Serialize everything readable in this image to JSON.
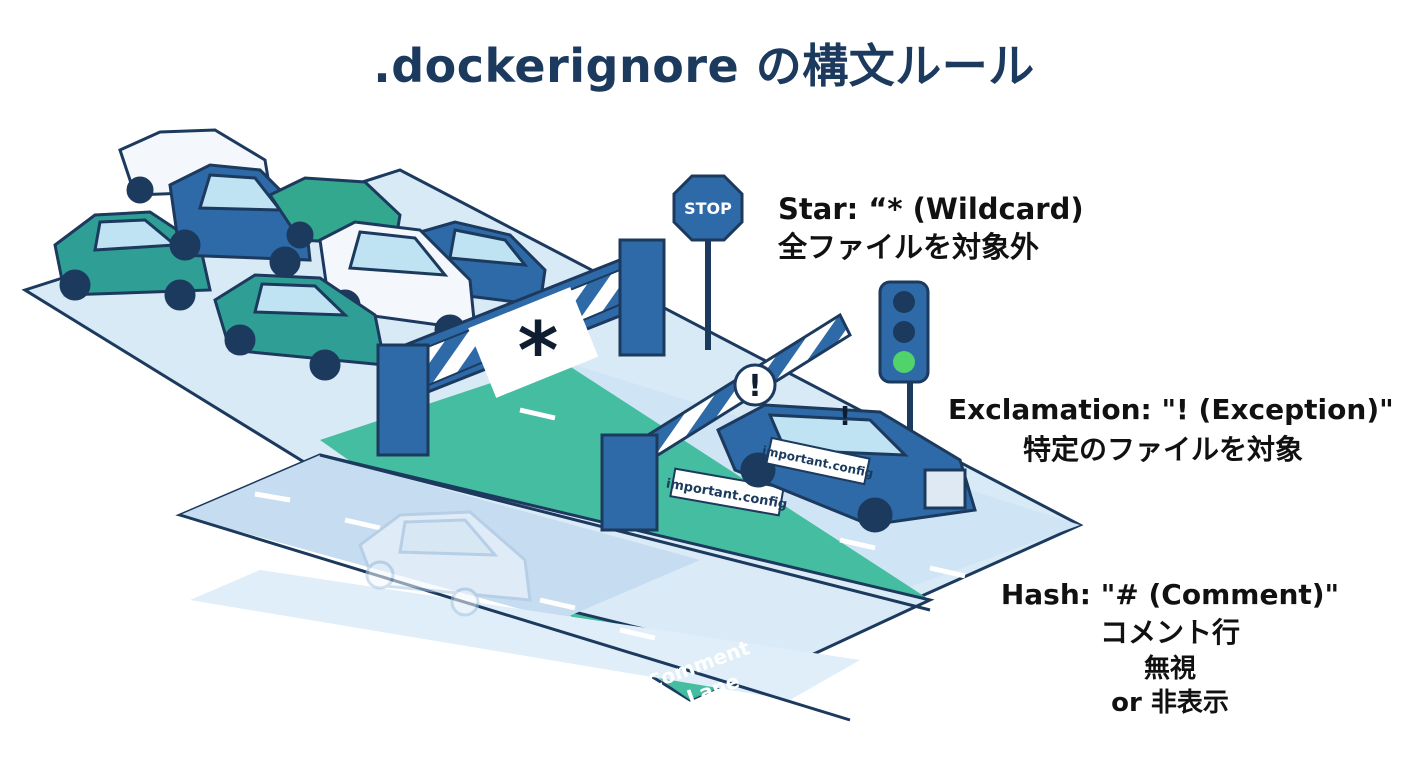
{
  "title": ".dockerignore の構文ルール",
  "stop_sign": "STOP",
  "star_symbol": "*",
  "exclamation_symbol": "!",
  "car_tag": "important.config",
  "gate_tag": "important.config",
  "lane_label": [
    "Comment",
    "Lane"
  ],
  "rules": {
    "star": {
      "line1": "Star: “* (Wildcard)",
      "line2": "全ファイルを対象外"
    },
    "exclamation": {
      "line1": "Exclamation: \"! (Exception)\"",
      "line2": "特定のファイルを対象"
    },
    "hash": {
      "line1": "Hash: \"# (Comment)\"",
      "line2": "コメント行",
      "line3": "無視",
      "line4": "or 非表示"
    }
  },
  "colors": {
    "navy": "#1c3a5e",
    "blue": "#2e6aa8",
    "teal": "#2fae92",
    "road": "#d7e8f6",
    "green_light": "#4fd36a"
  }
}
